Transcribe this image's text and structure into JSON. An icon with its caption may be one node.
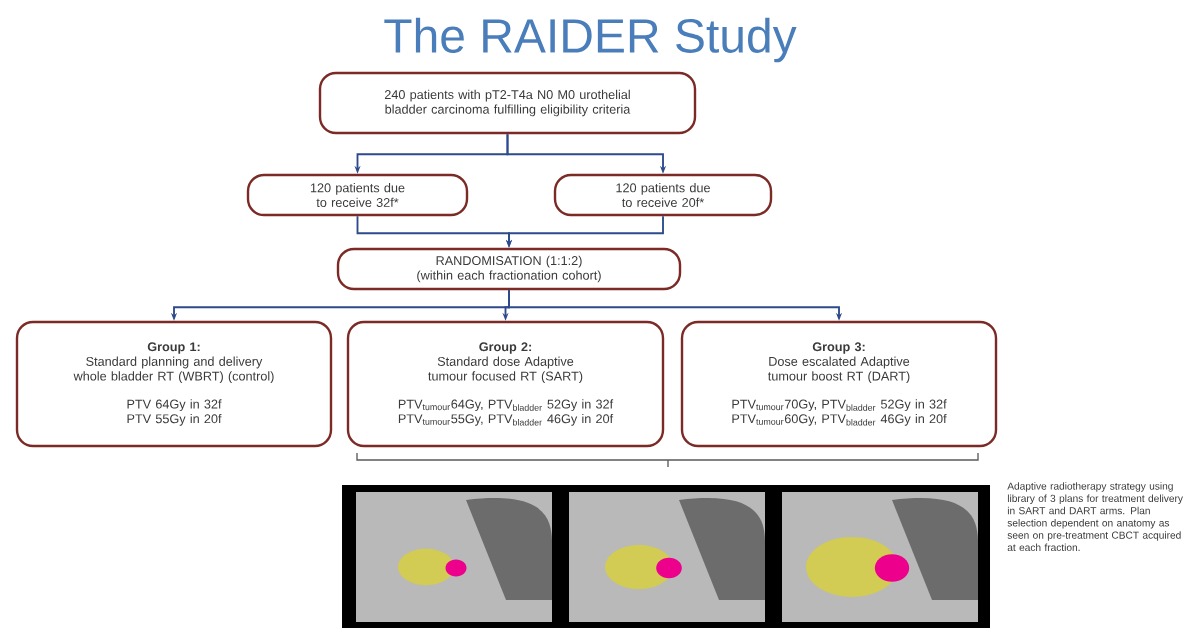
{
  "diagram": {
    "title": "The RAIDER Study",
    "nodes": [
      {
        "text": [
          "240 patients with pT2-T4a N0 M0 urothelial bladder carcinoma fulfilling eligibility criteria"
        ]
      },
      {
        "text": [
          "120 patients due to receive 32f*"
        ]
      },
      {
        "text": [
          "120 patients due to receive 20f*"
        ]
      },
      {
        "text": [
          "RANDOMISATION (1:1:2) (within each fractionation cohort)"
        ]
      },
      {
        "text": [
          "Group 1:",
          "Standard planning and delivery whole bladder RT (WBRT) (control)",
          "PTV 64Gy in 32f",
          "PTV 55Gy in 20f"
        ]
      },
      {
        "text": [
          "Group 2:",
          "Standard dose Adaptive tumour focused RT (SART)",
          "PTV$_{tumour}$64Gy, PTV$_{bladder}$ 52Gy in 32f",
          "PTV$_{tumour}$55Gy, PTV$_{bladder}$ 46Gy in 20f"
        ]
      },
      {
        "text": [
          "Group 3:",
          "Dose escalated Adaptive tumour boost RT (DART)",
          "PTV$_{tumour}$70Gy, PTV$_{bladder}$ 52Gy in 32f",
          "PTV$_{tumour}$60Gy, PTV$_{bladder}$ 46Gy in 20f"
        ]
      }
    ],
    "edges": [
      {
        "from": 0,
        "to": 1,
        "arrow": "to"
      },
      {
        "from": 0,
        "to": 2,
        "arrow": "to"
      },
      {
        "from": 1,
        "to": 3,
        "arrow": "to"
      },
      {
        "from": 2,
        "to": 3,
        "arrow": "to"
      },
      {
        "from": 3,
        "to": 4,
        "arrow": "to"
      },
      {
        "from": 3,
        "to": 5,
        "arrow": "to"
      },
      {
        "from": 3,
        "to": 6,
        "arrow": "to"
      }
    ],
    "labels": [
      "Adaptive radiotherapy strategy using library of 3 plans for treatment delivery in SART and DART arms.  Plan selection dependent on anatomy as seen on pre-treatment  CBCT acquired at each fraction."
    ]
  }
}
